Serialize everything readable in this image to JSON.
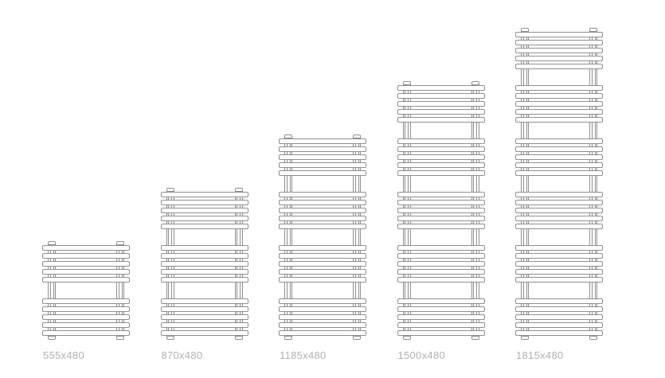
{
  "page": {
    "background": "#ffffff"
  },
  "colors": {
    "outline": "#8f8f8f",
    "fill": "#ffffff",
    "label_text": "#b0b2b4"
  },
  "radiators": [
    {
      "label": "555x480",
      "bar_groups": 2,
      "bars_per_group": 5
    },
    {
      "label": "870x480",
      "bar_groups": 3,
      "bars_per_group": 5
    },
    {
      "label": "1185x480",
      "bar_groups": 4,
      "bars_per_group": 5
    },
    {
      "label": "1500x480",
      "bar_groups": 5,
      "bars_per_group": 5
    },
    {
      "label": "1815x480",
      "bar_groups": 6,
      "bars_per_group": 5
    }
  ]
}
